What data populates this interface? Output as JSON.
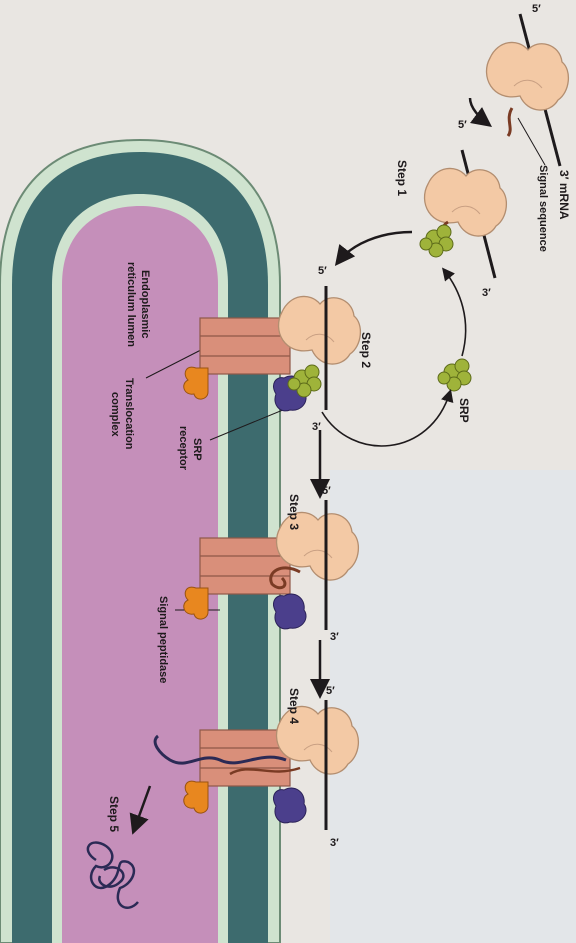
{
  "labels": {
    "step1": "Step 1",
    "step2": "Step 2",
    "step3": "Step 3",
    "step4": "Step 4",
    "step5": "Step 5",
    "mrna": "3′ mRNA",
    "signal_sequence": "Signal sequence",
    "srp": "SRP",
    "srp_receptor_line1": "SRP",
    "srp_receptor_line2": "receptor",
    "er_lumen_line1": "Endoplasmic",
    "er_lumen_line2": "reticulum lumen",
    "translocation_line1": "Translocation",
    "translocation_line2": "complex",
    "signal_peptidase": "Signal peptidase",
    "five_prime": "5′",
    "three_prime": "3′"
  },
  "colors": {
    "background": "#e9e6e2",
    "lumen": "#c58fba",
    "membrane": "#3d6b6e",
    "membrane_rim": "#cfe3cf",
    "ribosome": "#f3c9a5",
    "srp": "#9fb33a",
    "receptor": "#4b3f8c",
    "peptidase": "#e8871f",
    "translocon": "#d98f7a",
    "nascent_chain": "#7a3b24",
    "protein": "#2b2a55"
  }
}
